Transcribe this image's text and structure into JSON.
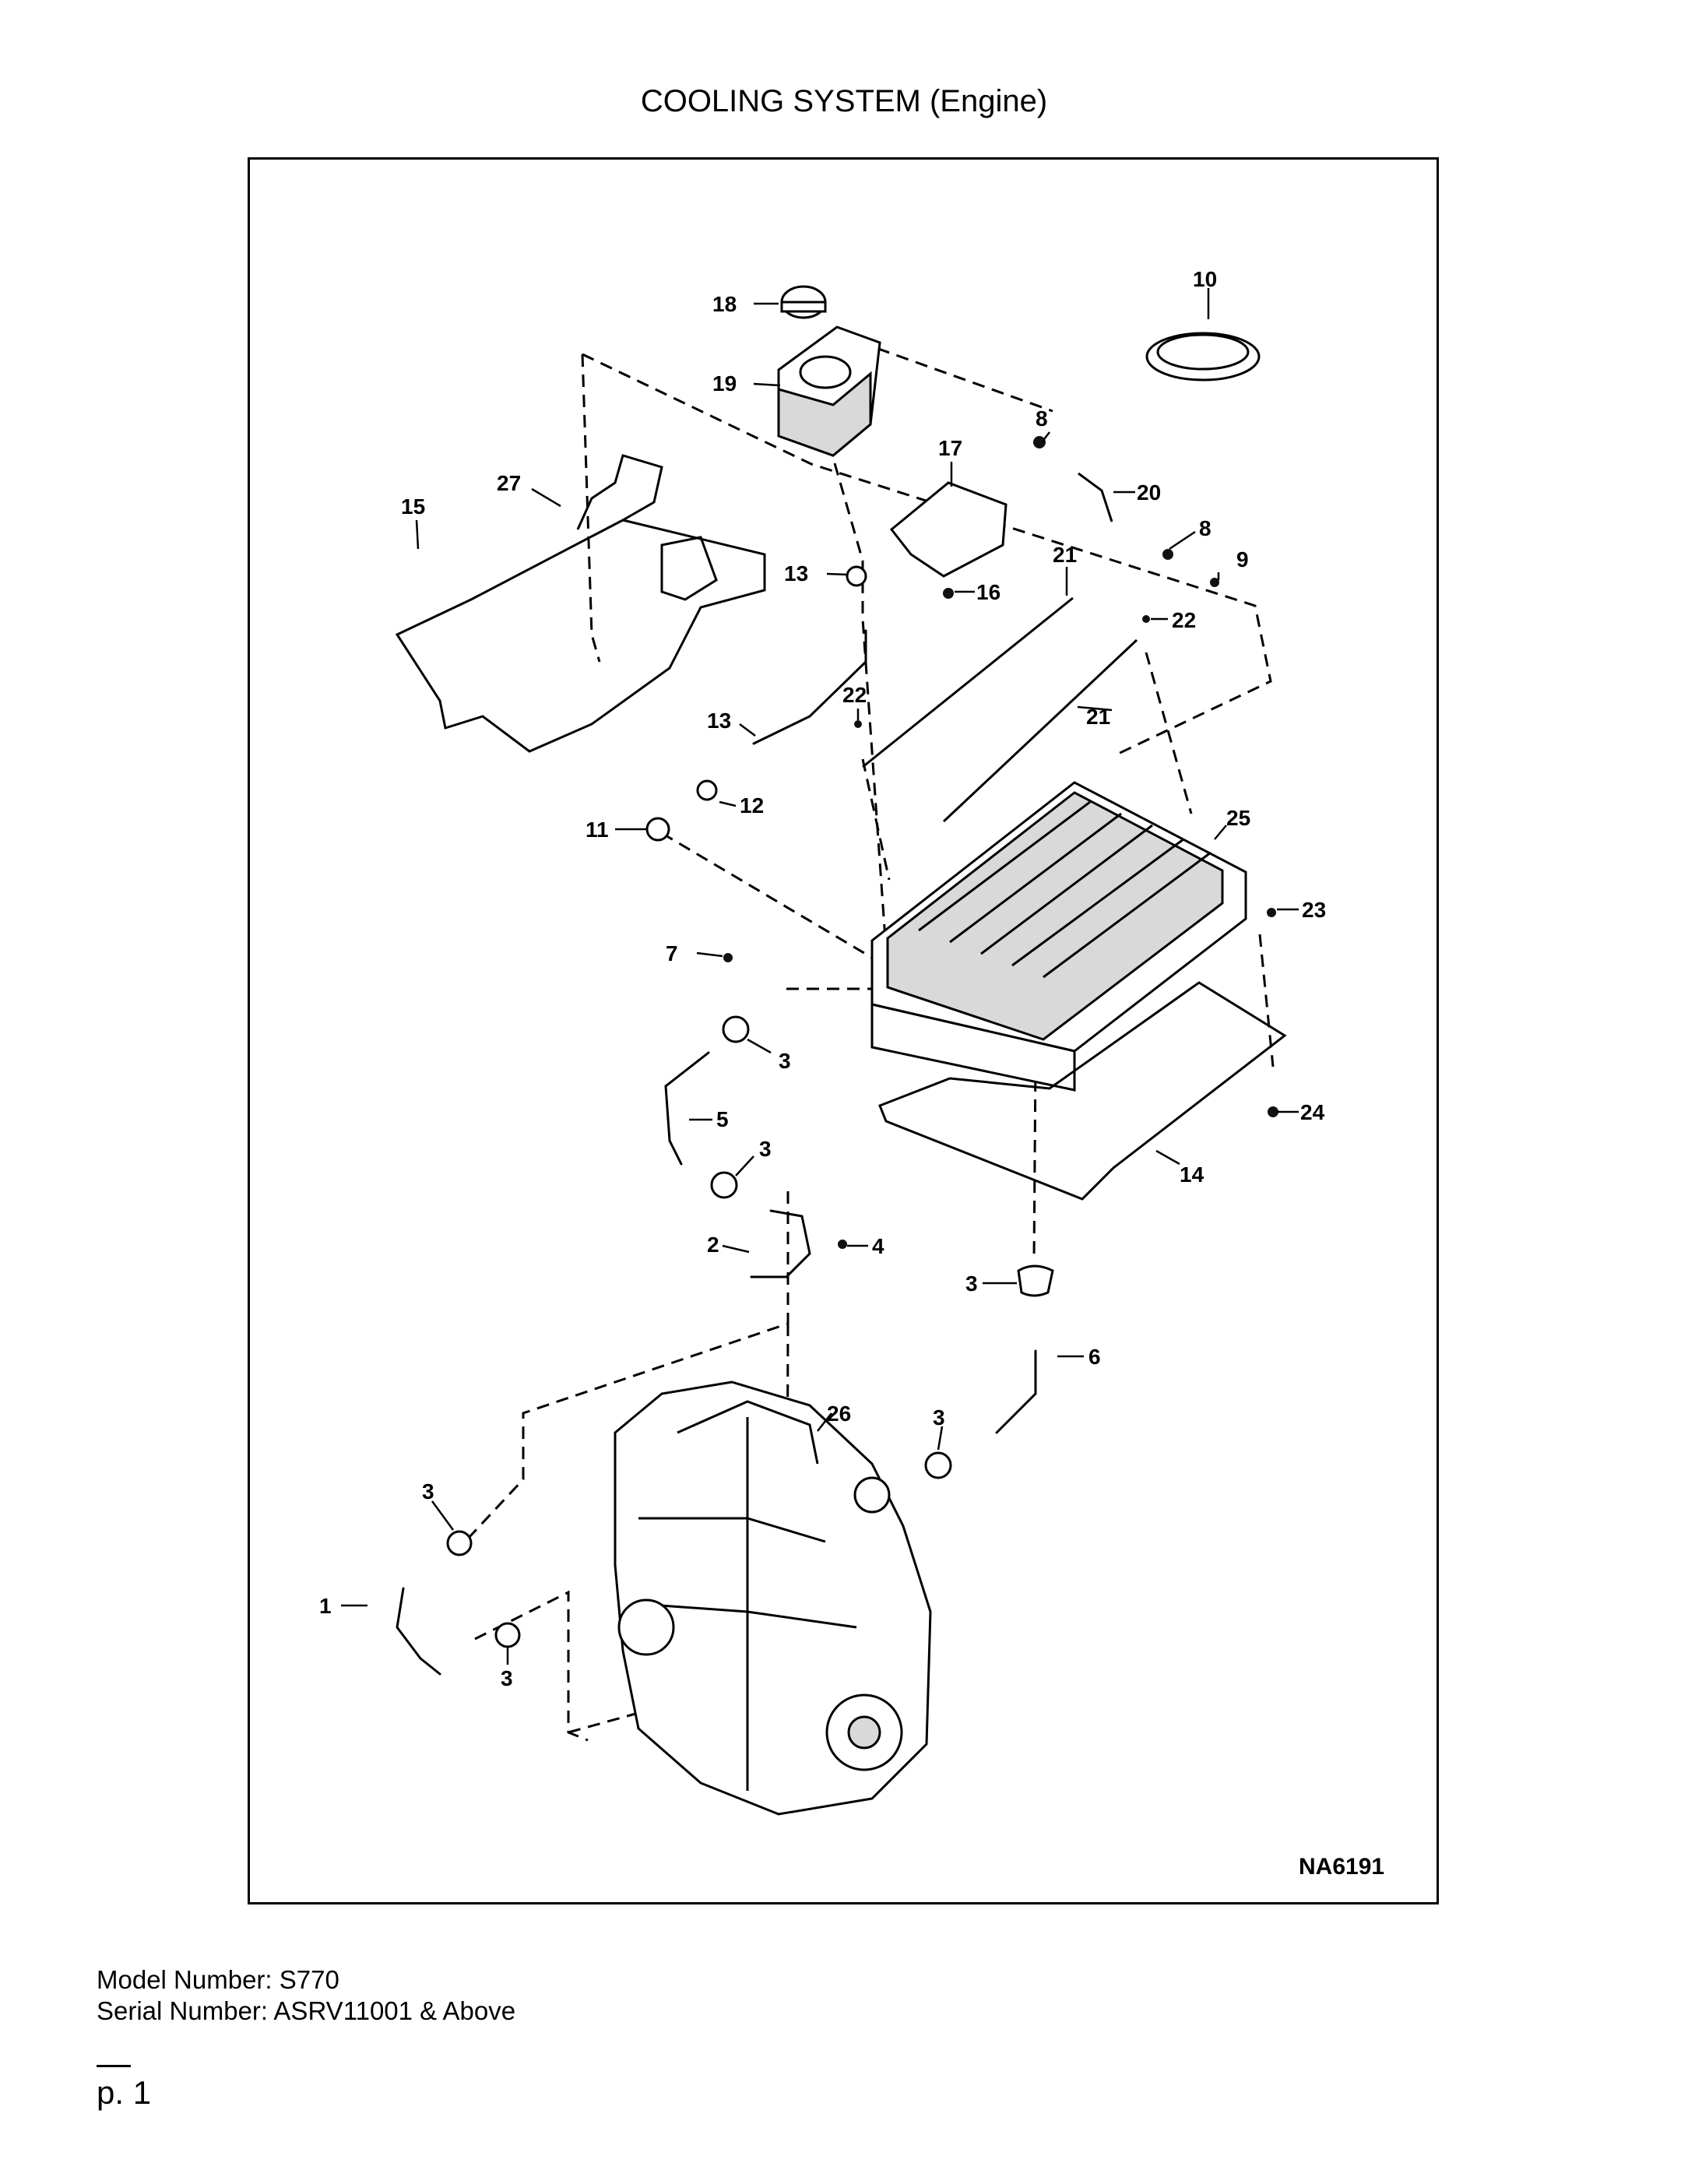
{
  "title": "COOLING SYSTEM (Engine)",
  "figure_id": "NA6191",
  "footer": {
    "model": "Model Number: S770",
    "serial": "Serial Number: ASRV11001 & Above"
  },
  "page": "p. 1",
  "callouts": [
    "18",
    "10",
    "19",
    "8",
    "17",
    "20",
    "15",
    "27",
    "8",
    "9",
    "13",
    "16",
    "21",
    "22",
    "22",
    "13",
    "21",
    "12",
    "11",
    "25",
    "23",
    "7",
    "3",
    "5",
    "24",
    "3",
    "14",
    "2",
    "4",
    "3",
    "6",
    "26",
    "3",
    "3",
    "1",
    "3"
  ]
}
